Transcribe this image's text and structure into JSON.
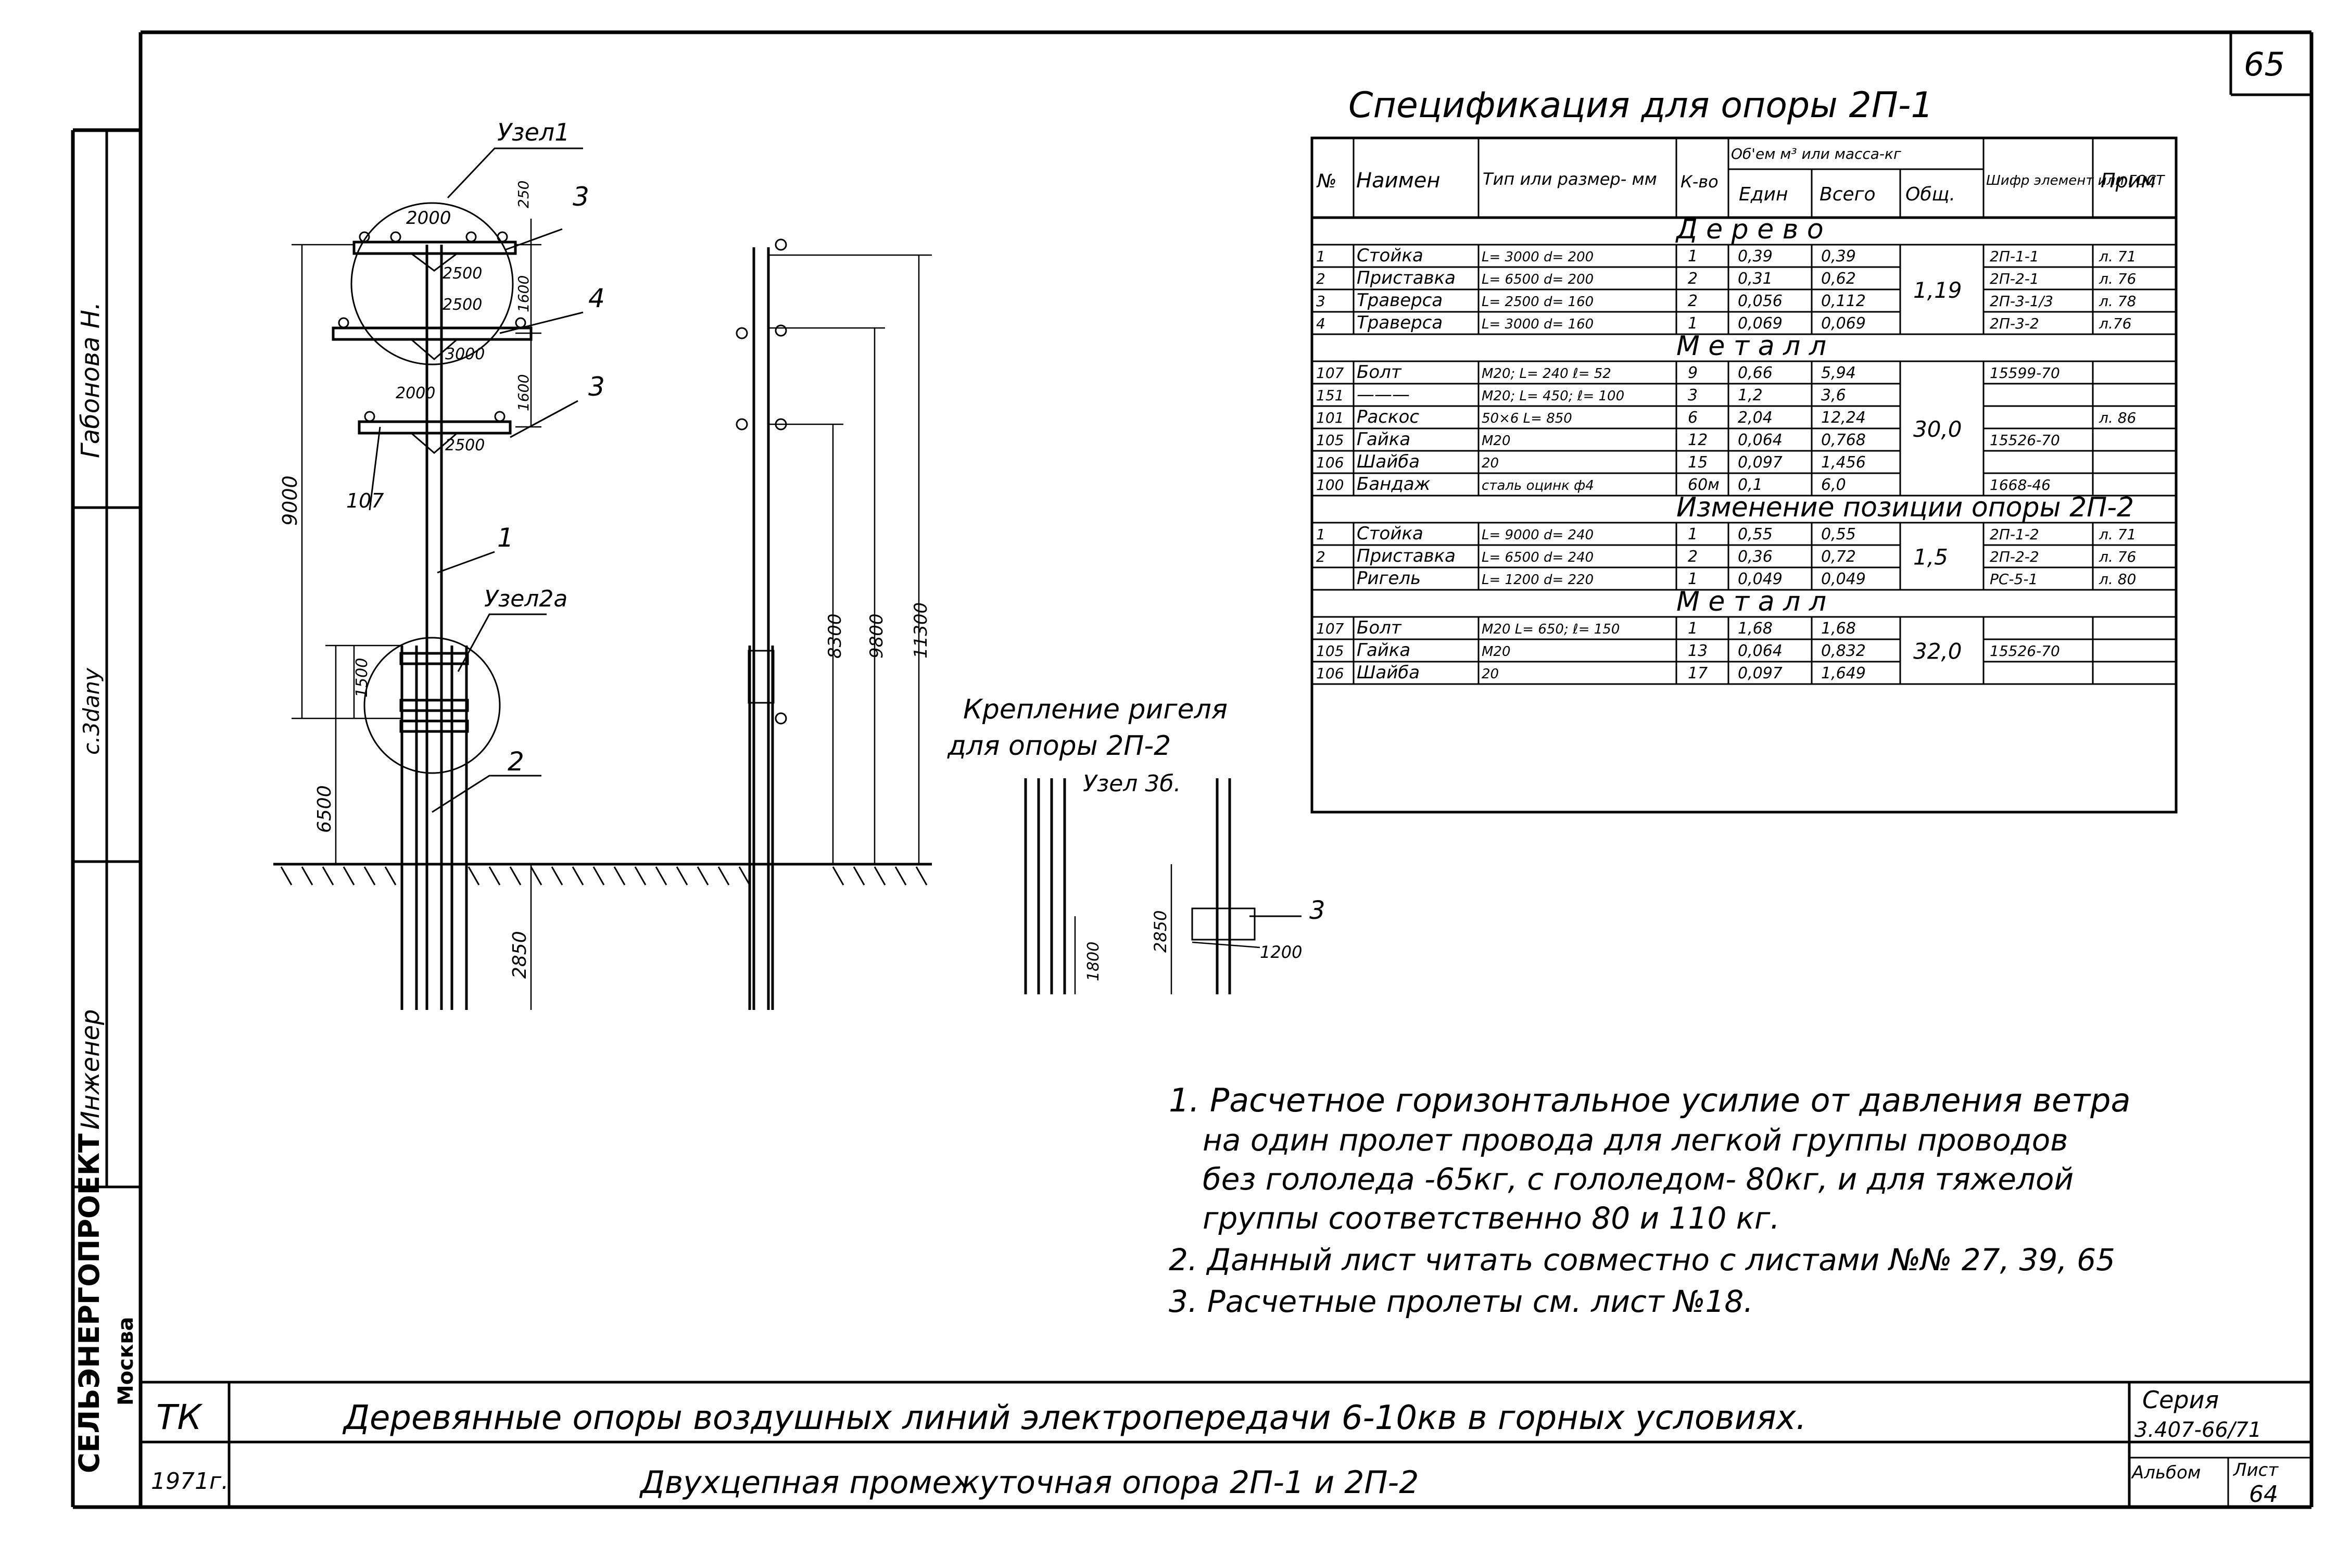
{
  "sheet": {
    "number_top": "65",
    "stamp": {
      "org": "СЕЛЬЭНЕРГОПРОЕКТ",
      "city": "Москва",
      "role_engineer": "Инженер",
      "signature_text": "с.3dany",
      "name": "Габонова Н."
    },
    "title_block": {
      "code": "ТК",
      "year": "1971г.",
      "main_title": "Деревянные опоры воздушных линий электропередачи 6-10кв в горных условиях.",
      "sub_title": "Двухцепная промежуточная опора 2П-1 и 2П-2",
      "series_label": "Серия",
      "series_value": "3.407-66/71",
      "album_label": "Альбом",
      "sheet_label": "Лист",
      "sheet_value": "64"
    }
  },
  "drawing": {
    "node1_label": "Узел1",
    "node2a_label": "Узел2а",
    "node3b_label": "Узел 3б.",
    "riegel_caption_1": "Крепление ригеля",
    "riegel_caption_2": "для опоры 2П-2",
    "pos_labels": [
      "3",
      "4",
      "3",
      "107",
      "1",
      "2",
      "3"
    ],
    "dims_front": [
      "2000",
      "2500",
      "2500",
      "3000",
      "2000",
      "2500",
      "250",
      "1600",
      "1600",
      "9000",
      "1500",
      "6500",
      "2850"
    ],
    "dims_side": [
      "8300",
      "9800",
      "11300"
    ],
    "dims_detail": [
      "1800",
      "2850",
      "1200"
    ]
  },
  "spec": {
    "title": "Спецификация для опоры 2П-1",
    "headers": {
      "num": "№",
      "name": "Наимен",
      "type": "Тип или размер- мм",
      "qty": "К-во",
      "volume": "Об'ем м³ или масса-кг",
      "unit": "Един",
      "total": "Всего",
      "sum": "Общ.",
      "cipher": "Шифр элемент или ГОСТ",
      "note": "Прим"
    },
    "sections": [
      {
        "title": "Д е р е в о",
        "total": "1,19",
        "rows": [
          {
            "n": "1",
            "name": "Стойка",
            "type": "L= 3000 d= 200",
            "q": "1",
            "u": "0,39",
            "t": "0,39",
            "c": "2П-1-1",
            "p": "л. 71"
          },
          {
            "n": "2",
            "name": "Приставка",
            "type": "L= 6500 d= 200",
            "q": "2",
            "u": "0,31",
            "t": "0,62",
            "c": "2П-2-1",
            "p": "л. 76"
          },
          {
            "n": "3",
            "name": "Траверса",
            "type": "L= 2500 d= 160",
            "q": "2",
            "u": "0,056",
            "t": "0,112",
            "c": "2П-3-1/3",
            "p": "л. 78"
          },
          {
            "n": "4",
            "name": "Траверса",
            "type": "L= 3000 d= 160",
            "q": "1",
            "u": "0,069",
            "t": "0,069",
            "c": "2П-3-2",
            "p": "л.76"
          }
        ]
      },
      {
        "title": "М е т а л л",
        "total": "30,0",
        "rows": [
          {
            "n": "107",
            "name": "Болт",
            "type": "М20; L= 240 ℓ= 52",
            "q": "9",
            "u": "0,66",
            "t": "5,94",
            "c": "15599-70",
            "p": ""
          },
          {
            "n": "151",
            "name": "———",
            "type": "М20; L= 450; ℓ= 100",
            "q": "3",
            "u": "1,2",
            "t": "3,6",
            "c": "",
            "p": ""
          },
          {
            "n": "101",
            "name": "Раскос",
            "type": "50×6 L= 850",
            "q": "6",
            "u": "2,04",
            "t": "12,24",
            "c": "",
            "p": "л. 86"
          },
          {
            "n": "105",
            "name": "Гайка",
            "type": "М20",
            "q": "12",
            "u": "0,064",
            "t": "0,768",
            "c": "15526-70",
            "p": ""
          },
          {
            "n": "106",
            "name": "Шайба",
            "type": "20",
            "q": "15",
            "u": "0,097",
            "t": "1,456",
            "c": "",
            "p": ""
          },
          {
            "n": "100",
            "name": "Бандаж",
            "type": "сталь оцинк ф4",
            "q": "60м",
            "u": "0,1",
            "t": "6,0",
            "c": "1668-46",
            "p": ""
          }
        ]
      },
      {
        "title": "Изменение позиции опоры 2П-2",
        "total": "1,5",
        "rows": [
          {
            "n": "1",
            "name": "Стойка",
            "type": "L= 9000 d= 240",
            "q": "1",
            "u": "0,55",
            "t": "0,55",
            "c": "2П-1-2",
            "p": "л. 71"
          },
          {
            "n": "2",
            "name": "Приставка",
            "type": "L= 6500 d= 240",
            "q": "2",
            "u": "0,36",
            "t": "0,72",
            "c": "2П-2-2",
            "p": "л. 76"
          },
          {
            "n": "",
            "name": "Ригель",
            "type": "L= 1200 d= 220",
            "q": "1",
            "u": "0,049",
            "t": "0,049",
            "c": "РС-5-1",
            "p": "л. 80"
          }
        ]
      },
      {
        "title": "М е т а л л",
        "total": "32,0",
        "rows": [
          {
            "n": "107",
            "name": "Болт",
            "type": "М20 L= 650; ℓ= 150",
            "q": "1",
            "u": "1,68",
            "t": "1,68",
            "c": "",
            "p": ""
          },
          {
            "n": "105",
            "name": "Гайка",
            "type": "М20",
            "q": "13",
            "u": "0,064",
            "t": "0,832",
            "c": "15526-70",
            "p": ""
          },
          {
            "n": "106",
            "name": "Шайба",
            "type": "20",
            "q": "17",
            "u": "0,097",
            "t": "1,649",
            "c": "",
            "p": ""
          }
        ]
      }
    ]
  },
  "notes": [
    "1. Расчетное горизонтальное усилие от давления ветра",
    "на один пролет провода для легкой группы проводов",
    "без гололеда -65кг, с гололедом- 80кг, и для тяжелой",
    "группы соответственно 80 и 110 кг.",
    "2. Данный лист читать совместно с листами №№ 27, 39, 65",
    "3. Расчетные пролеты см. лист №18."
  ]
}
